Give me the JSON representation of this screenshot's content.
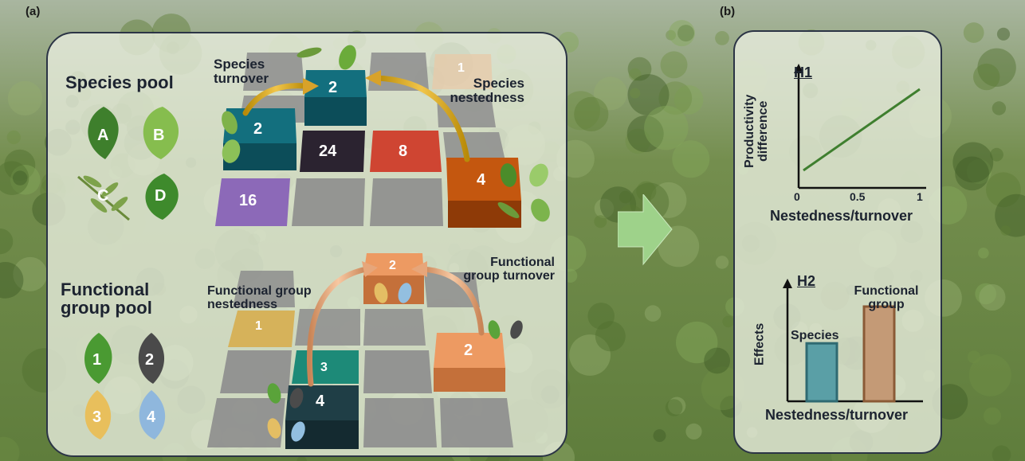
{
  "panel_a": {
    "label": "(a)",
    "species_pool": {
      "title": "Species pool",
      "leaves": [
        "A",
        "B",
        "C",
        "D"
      ]
    },
    "species_grid": {
      "cells": [
        "1",
        "2",
        "2",
        "24",
        "8",
        "4",
        "16"
      ],
      "turnover_label": "Species turnover",
      "nestedness_label": "Species nestedness"
    },
    "functional_pool": {
      "title": "Functional group pool",
      "leaves": [
        "1",
        "2",
        "3",
        "4"
      ]
    },
    "functional_grid": {
      "cells": [
        "2",
        "1",
        "3",
        "4",
        "2"
      ],
      "nestedness_label": "Functional group nestedness",
      "turnover_label": "Functional group turnover"
    }
  },
  "panel_b": {
    "label": "(b)",
    "h1": {
      "title": "H1",
      "ylabel": "Productivity difference",
      "xlabel": "Nestedness/turnover",
      "ticks": [
        "0",
        "0.5",
        "1"
      ]
    },
    "h2": {
      "title": "H2",
      "ylabel": "Effects",
      "xlabel": "Nestedness/turnover",
      "bars": [
        {
          "label": "Species",
          "value": 0.52,
          "color": "#5a9fa6"
        },
        {
          "label": "Functional group",
          "value": 0.85,
          "color": "#c49a76"
        }
      ]
    }
  },
  "colors": {
    "line": "#3f7f2f",
    "panel_border": "#2b3445",
    "arrow": "#9ed28a"
  }
}
